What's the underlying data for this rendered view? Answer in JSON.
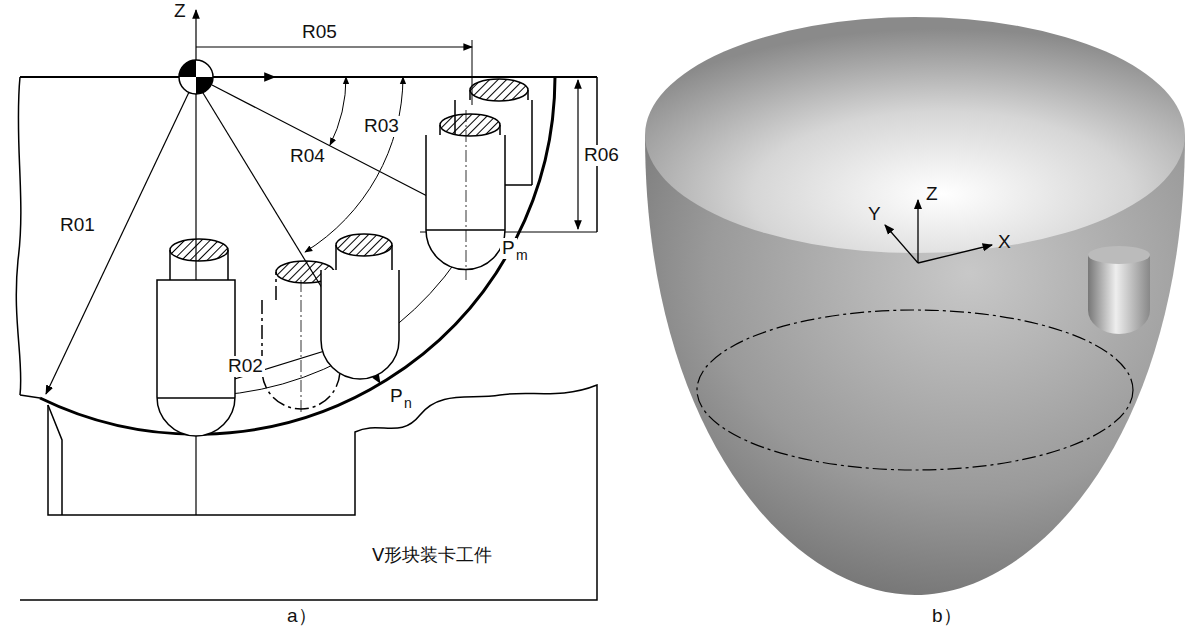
{
  "diagram": {
    "labels": [
      "Z",
      "R05",
      "R03",
      "R04",
      "R01",
      "R06",
      "R02",
      "P",
      "m",
      "P",
      "n",
      "V形块装卡工件",
      "a）",
      "Y",
      "Z",
      "X",
      "b）"
    ]
  }
}
